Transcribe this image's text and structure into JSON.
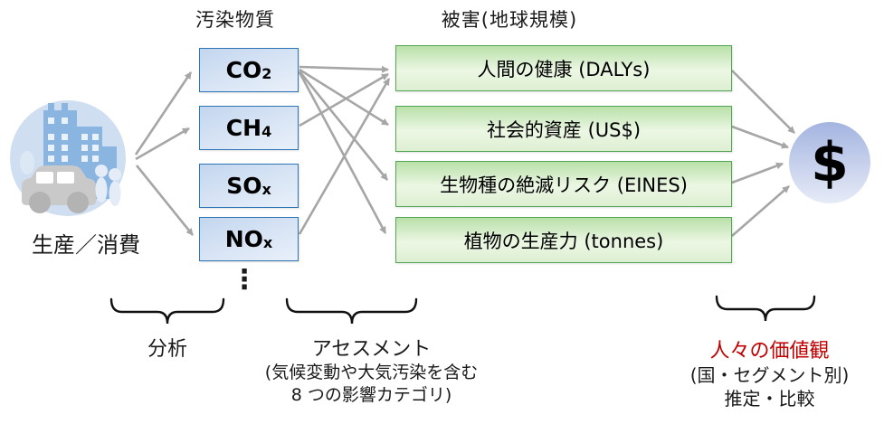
{
  "headers": {
    "pollutants": "汚染物質",
    "damages": "被害(地球規模)"
  },
  "source": {
    "label": "生産／消費"
  },
  "pollutants": {
    "items": [
      {
        "main": "CO",
        "sub": "2"
      },
      {
        "main": "CH",
        "sub": "4"
      },
      {
        "main": "SO",
        "sub": "x"
      },
      {
        "main": "NO",
        "sub": "x"
      }
    ],
    "ellipsis": "⋮"
  },
  "damages": {
    "items": [
      {
        "label": "人間の健康 (DALYs)"
      },
      {
        "label": "社会的資産 (US$)"
      },
      {
        "label": "生物種の絶滅リスク (EINES)"
      },
      {
        "label": "植物の生産力 (tonnes)"
      }
    ]
  },
  "valuation": {
    "symbol": "$"
  },
  "annotations": {
    "analysis": {
      "label": "分析"
    },
    "assessment": {
      "label": "アセスメント",
      "note_line1": "(気候変動や大気汚染を含む",
      "note_line2": "8 つの影響カテゴリ)"
    },
    "values": {
      "label": "人々の価値観",
      "note_line1": "(国・セグメント別)",
      "note_line2": "推定・比較"
    }
  },
  "colors": {
    "pollutant_border": "#2e75b6",
    "pollutant_fill_top": "#c3d6ef",
    "pollutant_fill_bottom": "#e9f0fa",
    "damage_border": "#53a653",
    "damage_fill_top": "#b9e0a9",
    "damage_fill_bottom": "#ecf7e4",
    "arrow": "#a6a6a6",
    "values_label": "#c00000",
    "dollar_circle_top": "#a3b4e0",
    "dollar_circle_bottom": "#e6ebf7"
  }
}
